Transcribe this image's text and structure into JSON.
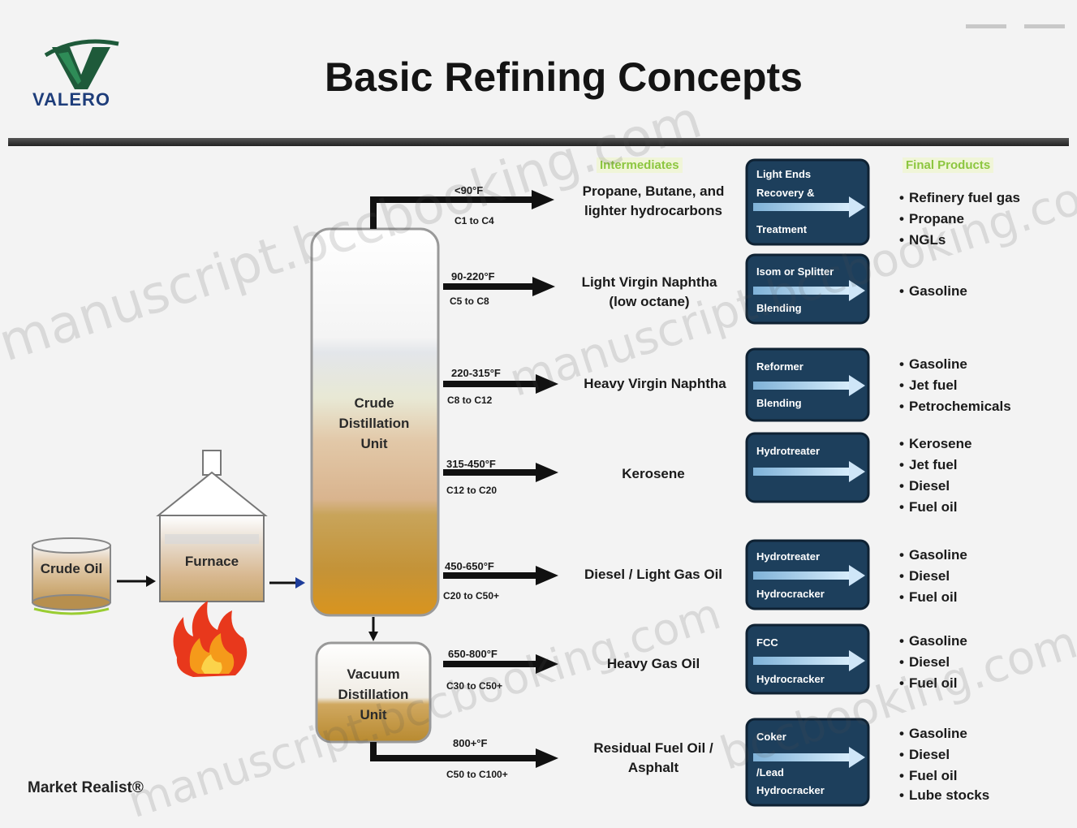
{
  "header": {
    "logo_text": "VALERO",
    "title": "Basic Refining Concepts"
  },
  "columns": {
    "intermediates": "Intermediates",
    "final_products": "Final Products"
  },
  "feed": {
    "crude_oil": "Crude Oil",
    "furnace": "Furnace",
    "cdu": "Crude Distillation Unit",
    "vdu": "Vacuum Distillation Unit"
  },
  "streams": [
    {
      "temp": "<90°F",
      "carbon": "C1 to C4",
      "product": "Propane, Butane, and lighter hydrocarbons",
      "units": [
        "Light Ends",
        "Recovery &",
        "Treatment"
      ],
      "finals": [
        "Refinery fuel gas",
        "Propane",
        "NGLs"
      ]
    },
    {
      "temp": "90-220°F",
      "carbon": "C5 to C8",
      "product": "Light Virgin Naphtha (low octane)",
      "units": [
        "Isom or Splitter",
        "Blending"
      ],
      "finals": [
        "Gasoline"
      ]
    },
    {
      "temp": "220-315°F",
      "carbon": "C8 to C12",
      "product": "Heavy Virgin Naphtha",
      "units": [
        "Reformer",
        "Blending"
      ],
      "finals": [
        "Gasoline",
        "Jet fuel",
        "Petrochemicals"
      ]
    },
    {
      "temp": "315-450°F",
      "carbon": "C12 to C20",
      "product": "Kerosene",
      "units": [
        "Hydrotreater"
      ],
      "finals": [
        "Kerosene",
        "Jet fuel",
        "Diesel",
        "Fuel oil"
      ]
    },
    {
      "temp": "450-650°F",
      "carbon": "C20 to C50+",
      "product": "Diesel / Light Gas Oil",
      "units": [
        "Hydrotreater",
        "Hydrocracker"
      ],
      "finals": [
        "Gasoline",
        "Diesel",
        "Fuel oil"
      ]
    },
    {
      "temp": "650-800°F",
      "carbon": "C30 to C50+",
      "product": "Heavy Gas Oil",
      "units": [
        "FCC",
        "Hydrocracker"
      ],
      "finals": [
        "Gasoline",
        "Diesel",
        "Fuel oil"
      ]
    },
    {
      "temp": "800+°F",
      "carbon": "C50 to C100+",
      "product": "Residual Fuel Oil / Asphalt",
      "units": [
        "Coker",
        "/Lead",
        "Hydrocracker"
      ],
      "finals": [
        "Gasoline",
        "Diesel",
        "Fuel oil",
        "Lube stocks"
      ]
    }
  ],
  "footer": {
    "source": "Market Realist®"
  },
  "watermarks": [
    "manuscript.bccbooking.com",
    "manuscript.bccbooking.com",
    "bccbooking.com",
    "manuscript.bccbooking.com"
  ],
  "colors": {
    "box_fill": "#1d3f5c",
    "box_border": "#0f2233",
    "arrow": "#111111",
    "accent_green": "#8cc63f",
    "logo_blue": "#1e3d7a"
  }
}
